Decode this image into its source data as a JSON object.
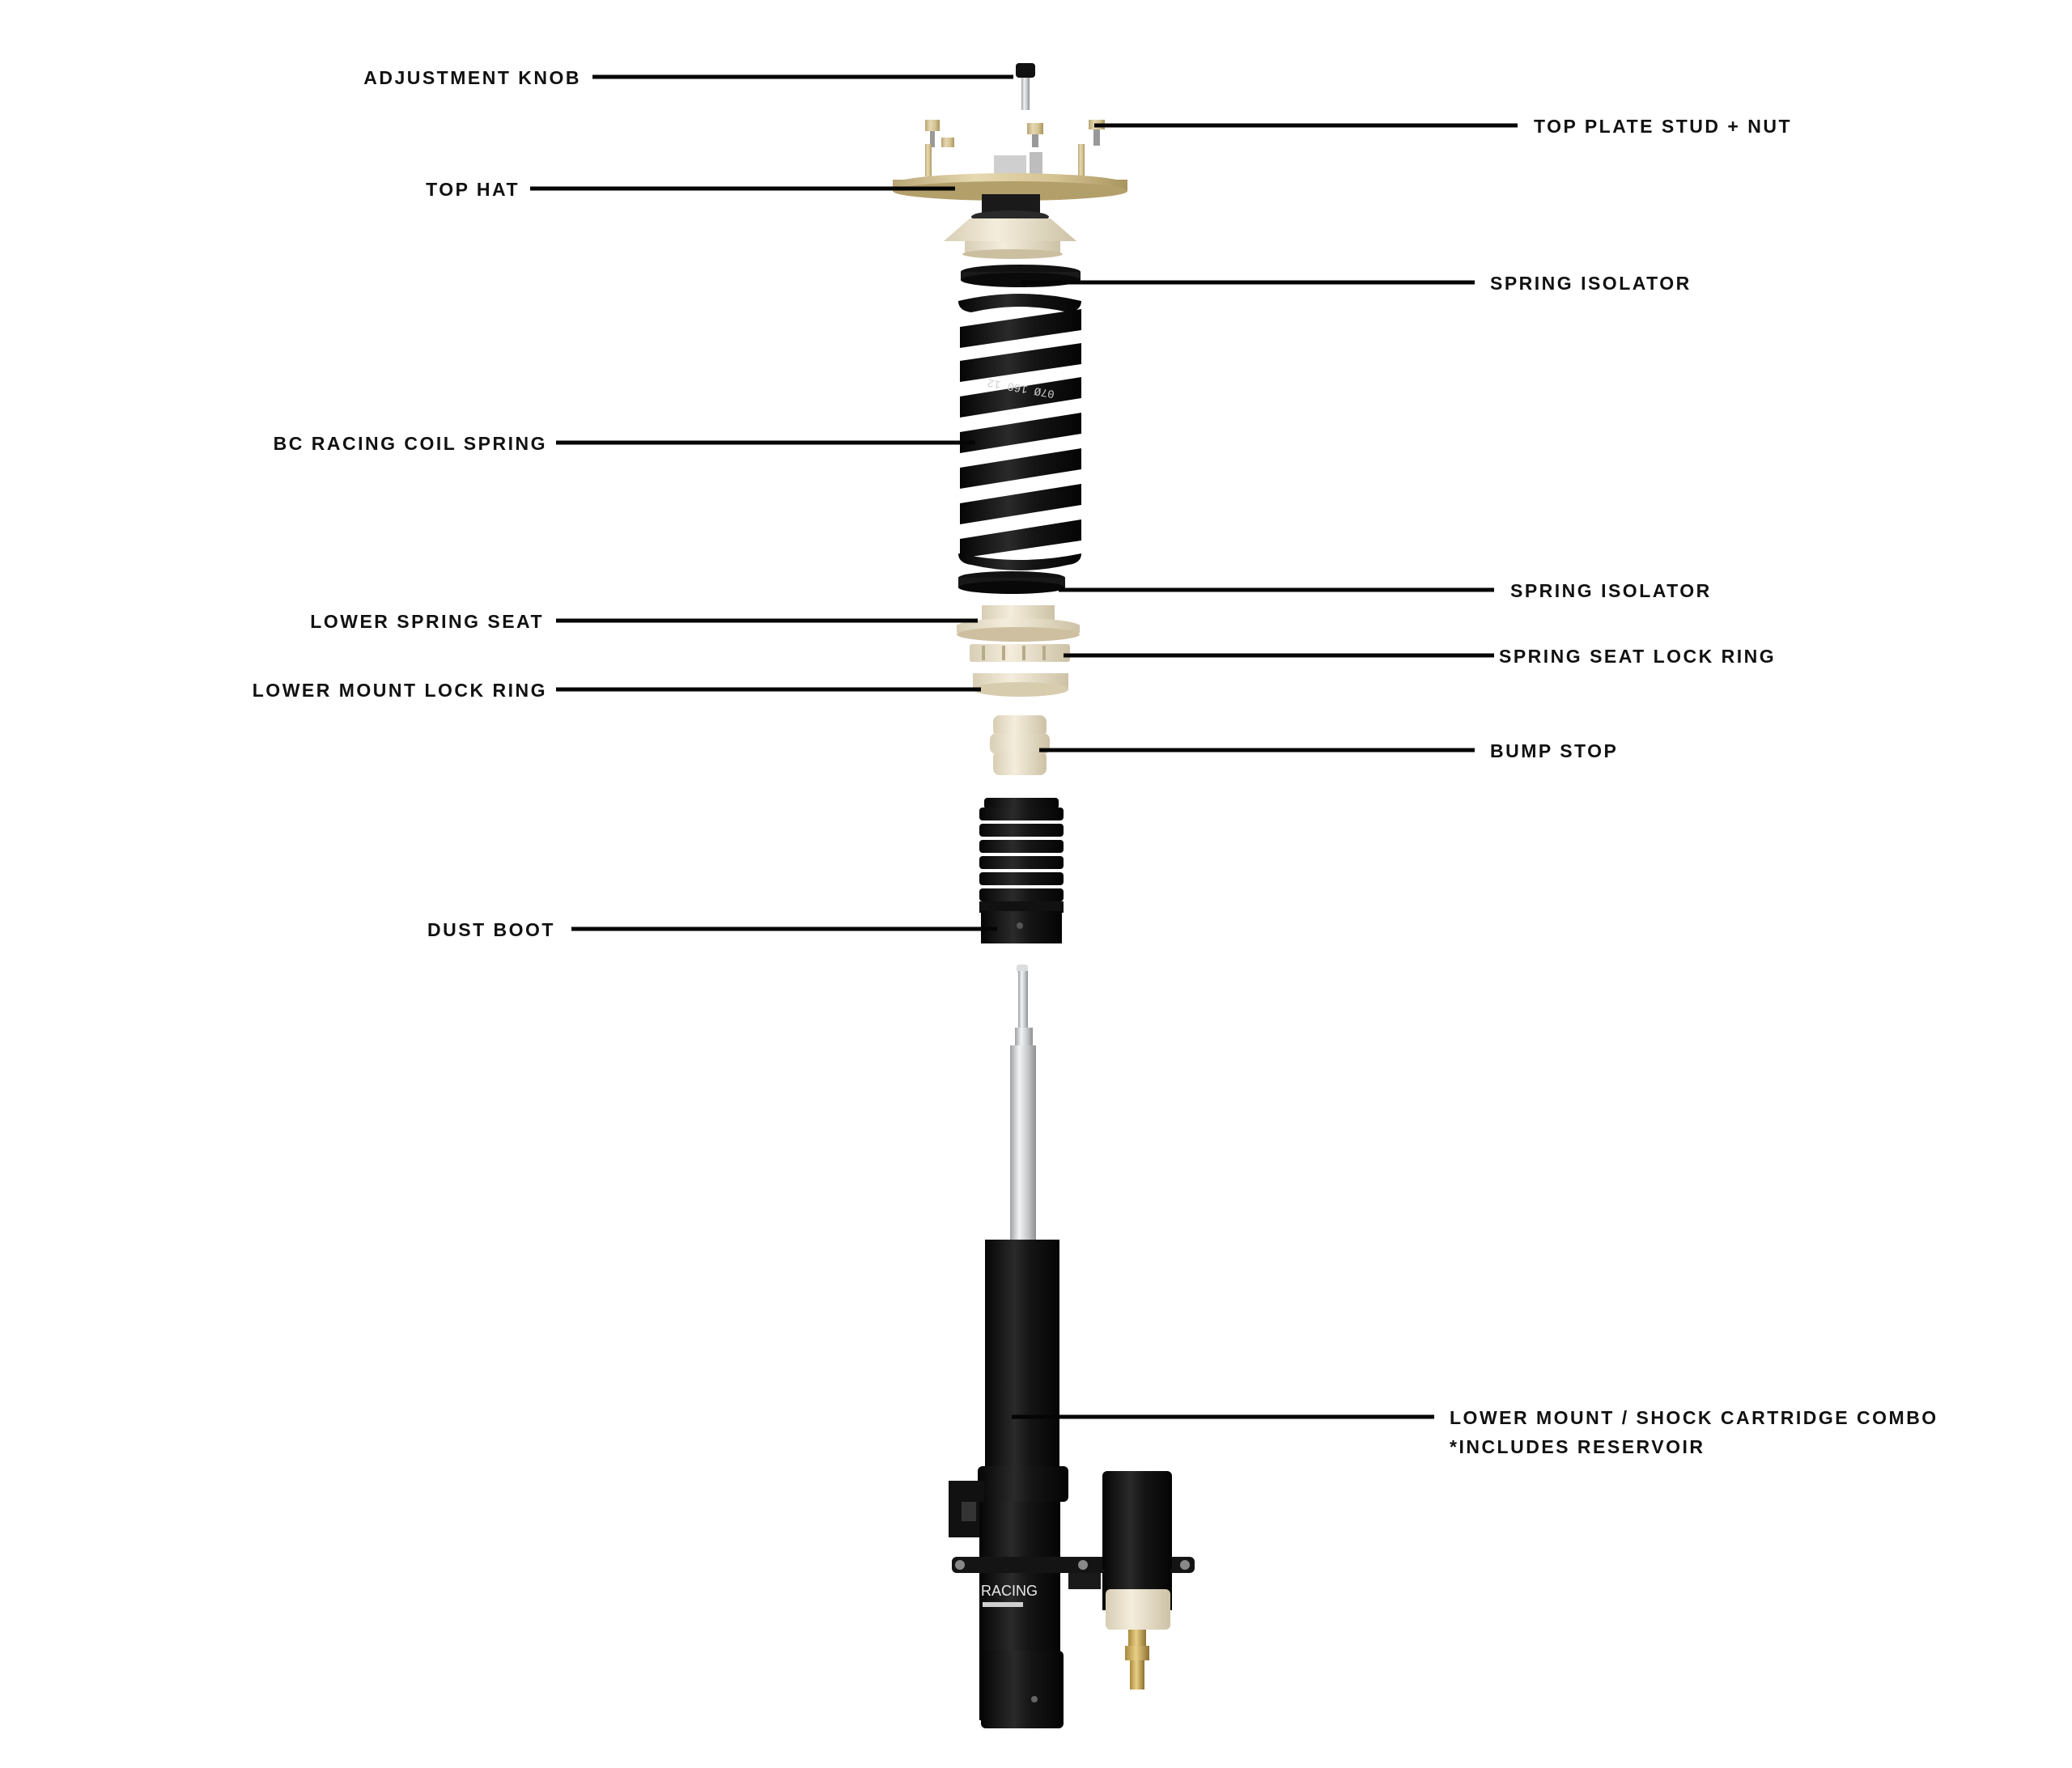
{
  "labels": {
    "adjustment_knob": "ADJUSTMENT KNOB",
    "top_plate_stud_nut": "TOP PLATE STUD + NUT",
    "top_hat": "TOP HAT",
    "spring_isolator_upper": "SPRING ISOLATOR",
    "coil_spring": "BC RACING COIL SPRING",
    "spring_isolator_lower": "SPRING ISOLATOR",
    "lower_spring_seat": "LOWER SPRING SEAT",
    "spring_seat_lock_ring": "SPRING SEAT LOCK RING",
    "lower_mount_lock_ring": "LOWER MOUNT LOCK RING",
    "bump_stop": "BUMP STOP",
    "dust_boot": "DUST BOOT",
    "lower_mount_line1": "LOWER MOUNT / SHOCK CARTRIDGE COMBO",
    "lower_mount_line2": "*INCLUDES RESERVOIR"
  },
  "product_marks": {
    "spring_print": "07Ø 160 12",
    "cartridge_brand": "RACING"
  },
  "colors": {
    "background": "#ffffff",
    "leader_line": "#050505",
    "label_text": "#111111",
    "anodized_gold": "#d6c59a",
    "spring_black": "#0a0a0a",
    "cream_plastic": "#ede4cf",
    "chrome": "#c8cacc"
  }
}
